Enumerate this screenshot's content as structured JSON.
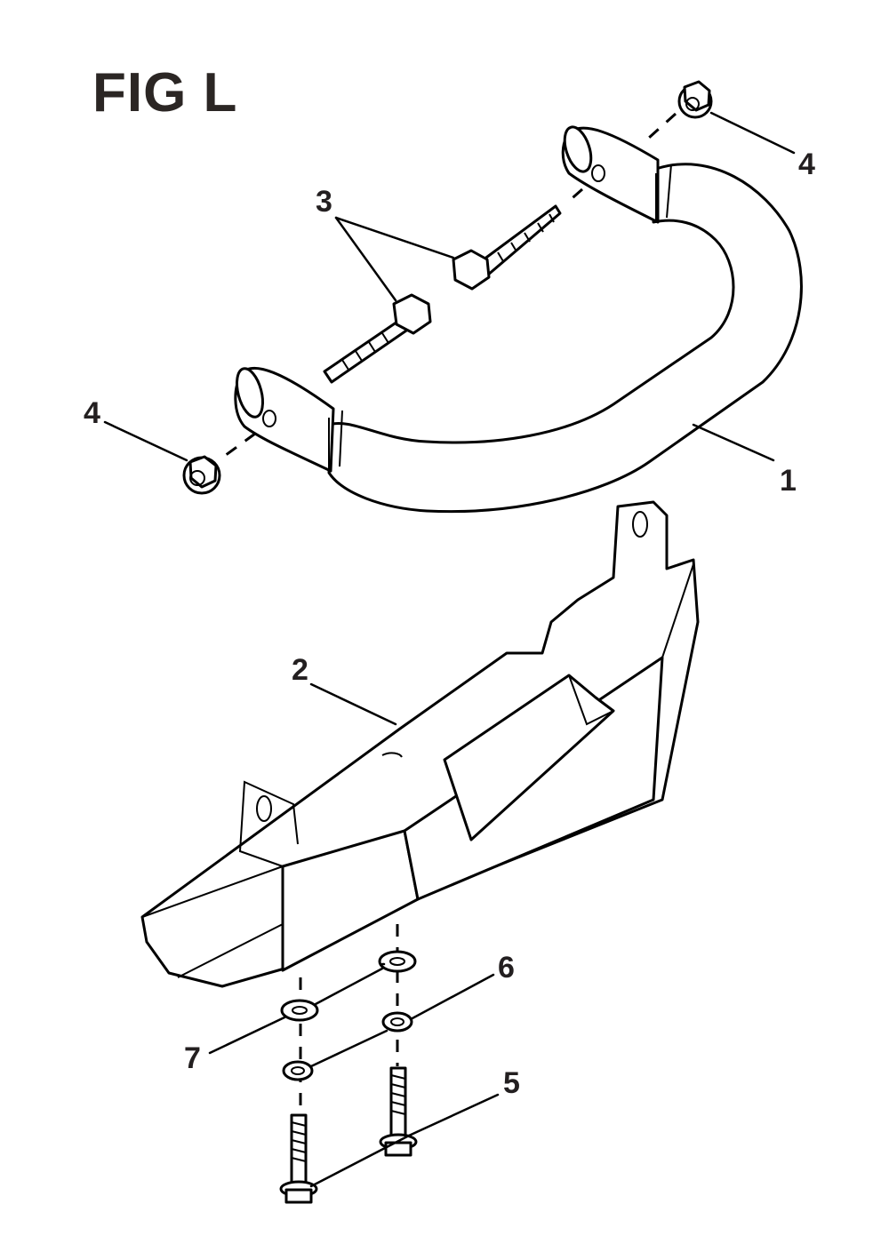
{
  "figure": {
    "title": "FIG L"
  },
  "callouts": {
    "c1": "1",
    "c2": "2",
    "c3": "3",
    "c4a": "4",
    "c4b": "4",
    "c5": "5",
    "c6": "6",
    "c7": "7"
  }
}
